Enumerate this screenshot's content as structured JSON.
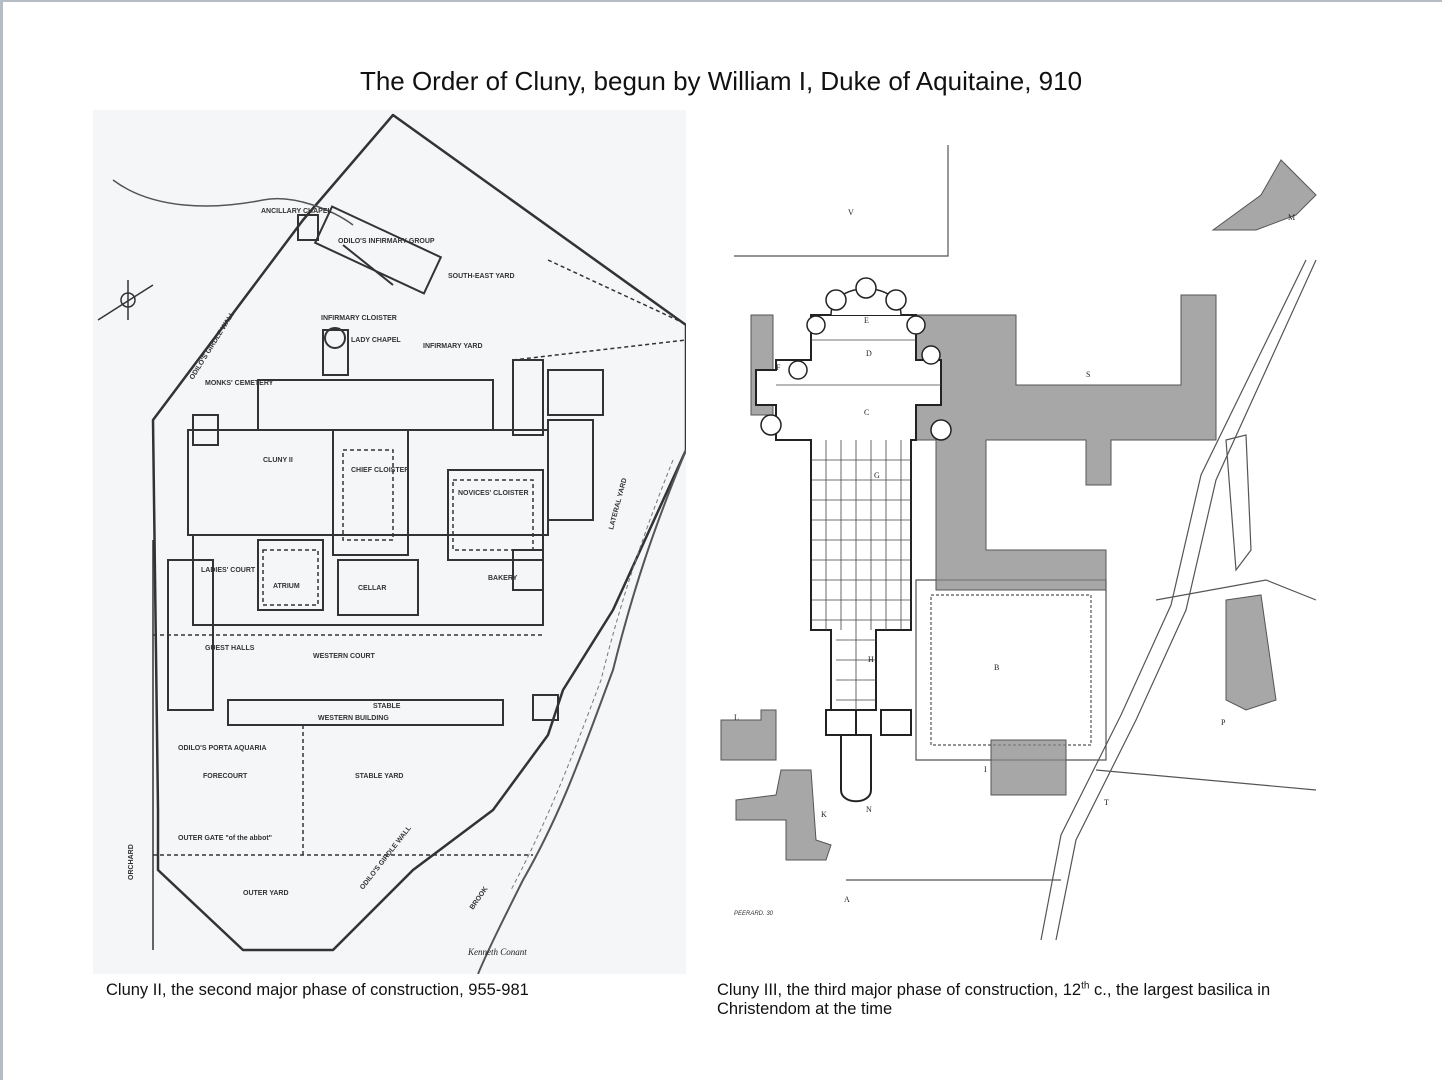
{
  "title": "The Order of Cluny, begun by William I, Duke of Aquitaine, 910",
  "left_figure": {
    "caption": "Cluny II, the second major phase of construction, 955-981",
    "labels": {
      "ancillary_chapel": "ANCILLARY CHAPEL",
      "infirmary_group": "ODILO'S INFIRMARY GROUP",
      "south_east_yard": "SOUTH-EAST YARD",
      "infirmary_cloister": "INFIRMARY CLOISTER",
      "lady_chapel": "LADY CHAPEL",
      "infirmary_yard": "INFIRMARY YARD",
      "monks_cemetery": "MONKS' CEMETERY",
      "chief_cloister": "CHIEF CLOISTER",
      "novices_cloister": "NOVICES' CLOISTER",
      "bakery": "BAKERY",
      "atrium": "ATRIUM",
      "cellar": "CELLAR",
      "western_court": "WESTERN COURT",
      "western_building": "WESTERN BUILDING",
      "stable": "STABLE",
      "porta": "ODILO'S PORTA AQUARIA",
      "forecourt": "FORECOURT",
      "stable_yard": "STABLE YARD",
      "outer_gate": "OUTER GATE \"of the abbot\"",
      "outer_yard": "OUTER YARD",
      "girdle_wall_w": "ODILO'S GIRDLE WALL",
      "girdle_wall_s": "ODILO'S GIRDLE WALL",
      "lateral_yard": "LATERAL YARD",
      "brook": "BROOK",
      "cluny_ii": "CLUNY II",
      "ladies_court": "LADIES' COURT",
      "guest_halls": "GUEST HALLS",
      "orchard": "ORCHARD",
      "signature": "Kenneth Conant"
    }
  },
  "right_figure": {
    "caption_main": "Cluny III, the third major phase of construction, 12",
    "caption_sup": "th",
    "caption_rest": " c., the largest basilica in Christendom at the time",
    "letters": {
      "v": "V",
      "m": "M",
      "s": "S",
      "f": "F",
      "e": "E",
      "d": "D",
      "c": "C",
      "g": "G",
      "h": "H",
      "b": "B",
      "l": "L",
      "i": "I",
      "k": "K",
      "p": "P",
      "t": "T",
      "a": "A",
      "n": "N"
    },
    "signature": "PEERARD. 30"
  }
}
